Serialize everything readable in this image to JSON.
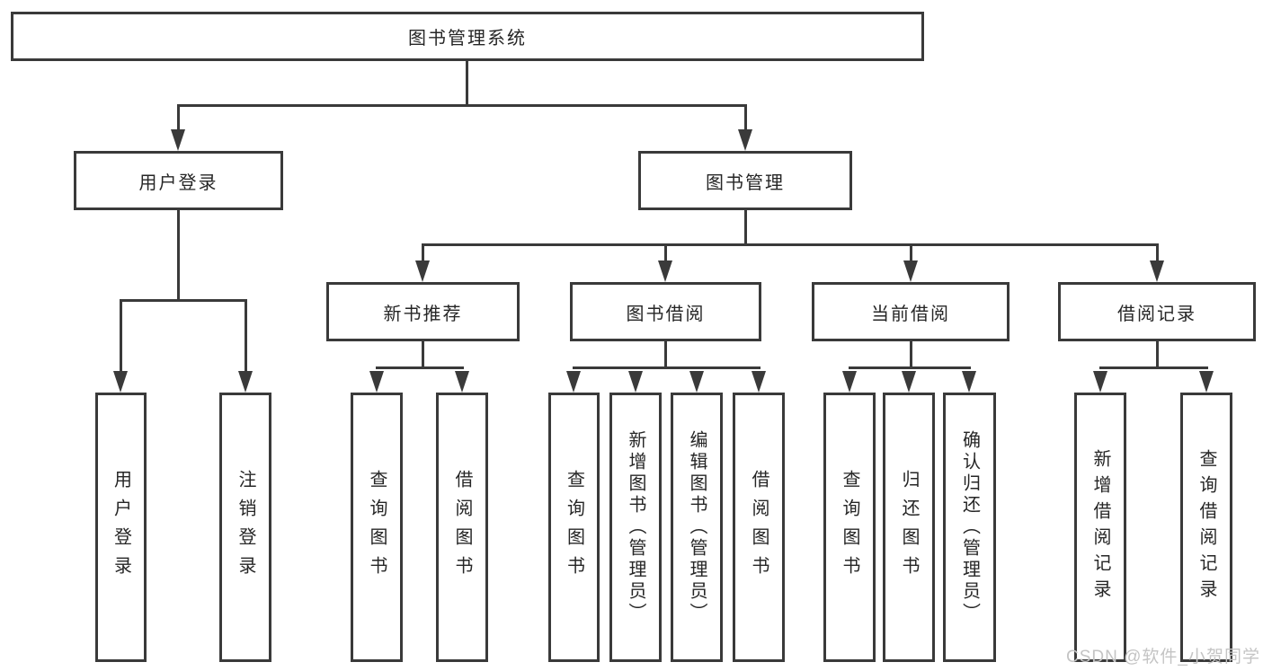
{
  "diagram": {
    "root": {
      "label": "图书管理系统"
    },
    "level2": {
      "user_login": {
        "label": "用户登录"
      },
      "book_management": {
        "label": "图书管理"
      }
    },
    "level3": {
      "new_book_recommend": {
        "label": "新书推荐"
      },
      "book_borrowing": {
        "label": "图书借阅"
      },
      "current_borrowing": {
        "label": "当前借阅"
      },
      "borrow_records": {
        "label": "借阅记录"
      }
    },
    "leaves": {
      "user_login": {
        "label": "用户登录"
      },
      "logout": {
        "label": "注销登录"
      },
      "recommend_query_book": {
        "label": "查询图书"
      },
      "recommend_borrow_book": {
        "label": "借阅图书"
      },
      "borrowing_query_book": {
        "label": "查询图书"
      },
      "borrowing_add_book": {
        "label": "新增图书（管理员）"
      },
      "borrowing_edit_book": {
        "label": "编辑图书（管理员）"
      },
      "borrowing_borrow_book": {
        "label": "借阅图书"
      },
      "current_query_book": {
        "label": "查询图书"
      },
      "current_return_book": {
        "label": "归还图书"
      },
      "current_confirm_return": {
        "label": "确认归还（管理员）"
      },
      "records_add_record": {
        "label": "新增借阅记录"
      },
      "records_query_record": {
        "label": "查询借阅记录"
      }
    },
    "watermark": "CSDN @软件_小贺同学",
    "colors": {
      "line": "#3a3a3a",
      "text": "#262626",
      "watermark": "#c4c4c4",
      "background": "#ffffff"
    }
  }
}
